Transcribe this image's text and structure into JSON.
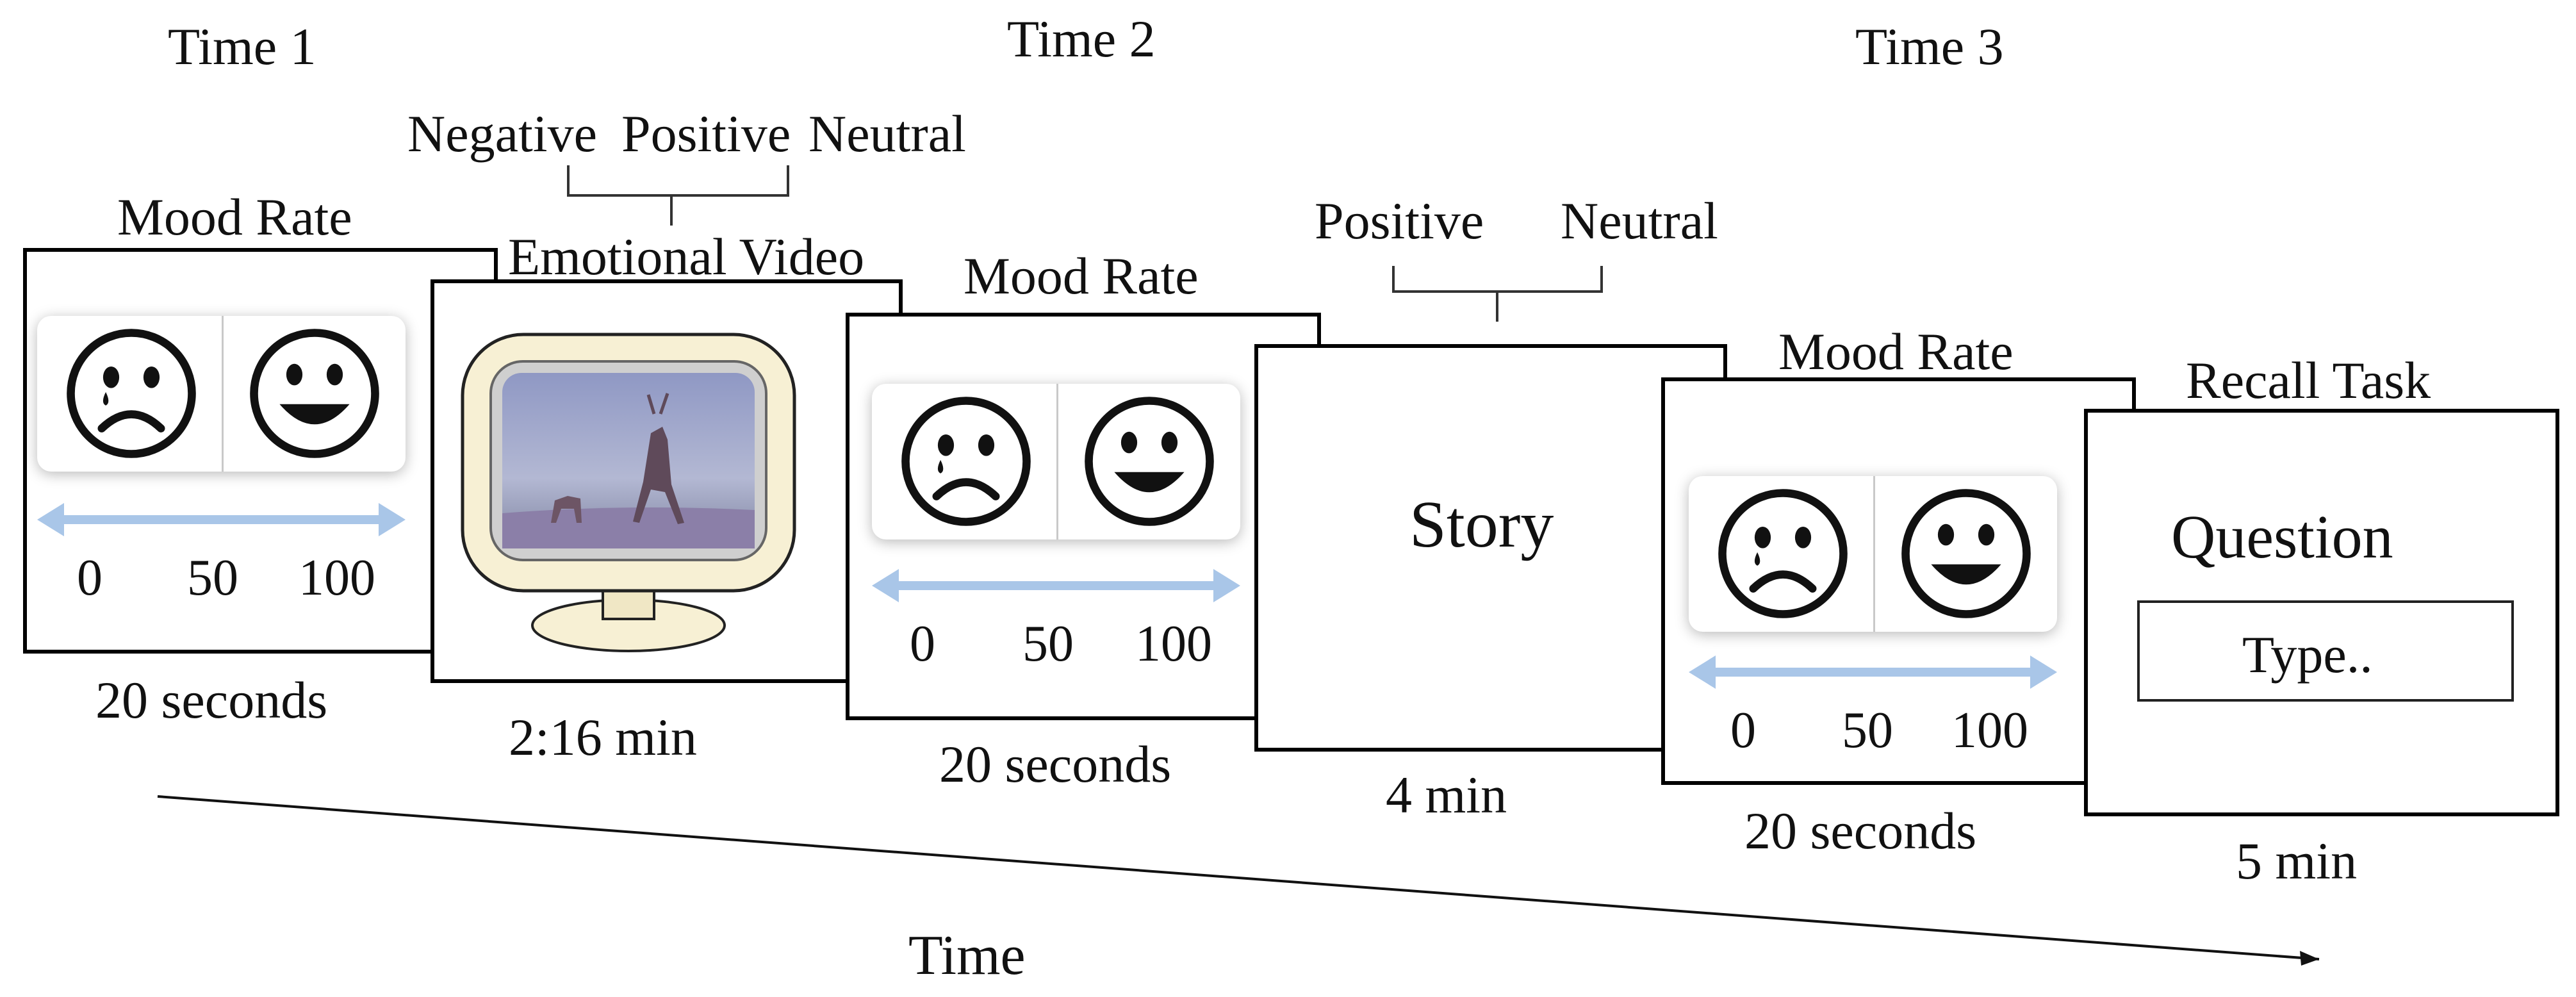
{
  "times": [
    "Time 1",
    "Time 2",
    "Time 3"
  ],
  "phases": {
    "mood1": {
      "label": "Mood Rate",
      "duration": "20 seconds",
      "scale": [
        "0",
        "50",
        "100"
      ]
    },
    "video": {
      "label": "Emotional Video",
      "duration": "2:16 min",
      "conditions": [
        "Negative",
        "Positive",
        "Neutral"
      ]
    },
    "mood2": {
      "label": "Mood Rate",
      "duration": "20 seconds",
      "scale": [
        "0",
        "50",
        "100"
      ]
    },
    "story": {
      "label": "Story",
      "duration": "4 min",
      "conditions": [
        "Positive",
        "Neutral"
      ]
    },
    "mood3": {
      "label": "Mood Rate",
      "duration": "20 seconds",
      "scale": [
        "0",
        "50",
        "100"
      ]
    },
    "recall": {
      "label": "Recall Task",
      "duration": "5 min",
      "question": "Question",
      "input_placeholder": "Type.."
    }
  },
  "axis_label": "Time",
  "colors": {
    "scale_arrow": "#a9c6e8",
    "monitor_bezel": "#f7f0d4",
    "monitor_screen_sky": "#9aa3c9"
  },
  "icons": [
    "sad-face-icon",
    "happy-face-icon",
    "monitor-icon"
  ]
}
